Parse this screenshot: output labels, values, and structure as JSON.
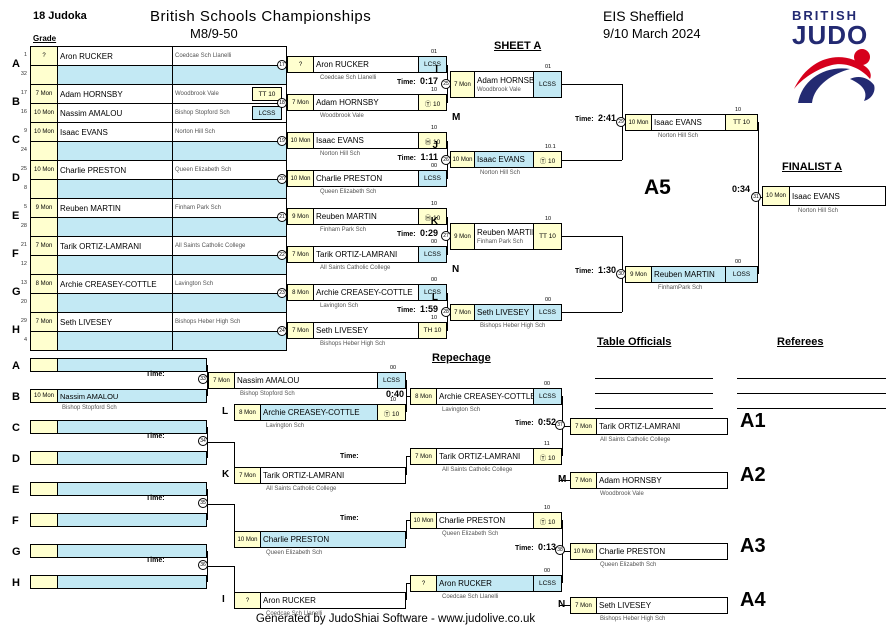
{
  "header": {
    "judoka_count": "18 Judoka",
    "grade_label": "Grade",
    "title": "British Schools Championships",
    "category": "M8/9-50",
    "venue": "EIS Sheffield",
    "date": "9/10 March 2024",
    "sheet": "SHEET A"
  },
  "logo": {
    "line1": "BRITISH",
    "line2": "JUDO"
  },
  "labels": {
    "finalist": "FINALIST A",
    "repechage": "Repechage",
    "table_officials": "Table Officials",
    "referees": "Referees",
    "time": "Time:",
    "footer": "Generated by JudoShiai Software - www.judolive.co.uk"
  },
  "placements": {
    "a1": "A1",
    "a2": "A2",
    "a3": "A3",
    "a4": "A4",
    "a5": "A5"
  },
  "row_letters": [
    "A",
    "B",
    "C",
    "D",
    "E",
    "F",
    "G",
    "H"
  ],
  "match_letters": {
    "i": "I",
    "j": "J",
    "k": "K",
    "l": "L",
    "m": "M",
    "n": "N"
  },
  "seeds": [
    "1",
    "32",
    "17",
    "16",
    "9",
    "24",
    "25",
    "8",
    "5",
    "28",
    "21",
    "12",
    "13",
    "20",
    "29",
    "4"
  ],
  "round1": [
    {
      "grade": "?",
      "name": "Aron RUCKER",
      "club": "Coedcae Sch Llanelli"
    },
    {
      "grade": "",
      "name": "",
      "club": ""
    },
    {
      "grade": "7 Mon",
      "name": "Adam HORNSBY",
      "club": "Woodbrook Vale",
      "badge": "TT 10"
    },
    {
      "grade": "10 Mon",
      "name": "Nassim AMALOU",
      "club": "Bishop Stopford Sch",
      "badge": "LCSS"
    },
    {
      "grade": "10 Mon",
      "name": "Isaac EVANS",
      "club": "Norton Hill Sch"
    },
    {
      "grade": "",
      "name": "",
      "club": ""
    },
    {
      "grade": "10 Mon",
      "name": "Charlie PRESTON",
      "club": "Queen Elizabeth Sch"
    },
    {
      "grade": "",
      "name": "",
      "club": ""
    },
    {
      "grade": "9 Mon",
      "name": "Reuben MARTIN",
      "club": "Finham Park Sch"
    },
    {
      "grade": "",
      "name": "",
      "club": ""
    },
    {
      "grade": "7 Mon",
      "name": "Tarik ORTIZ-LAMRANI",
      "club": "All Saints Catholic College"
    },
    {
      "grade": "",
      "name": "",
      "club": ""
    },
    {
      "grade": "8 Mon",
      "name": "Archie CREASEY-COTTLE",
      "club": "Lavington Sch"
    },
    {
      "grade": "",
      "name": "",
      "club": ""
    },
    {
      "grade": "7 Mon",
      "name": "Seth LIVESEY",
      "club": "Bishops Heber High Sch"
    },
    {
      "grade": "",
      "name": "",
      "club": ""
    }
  ],
  "round2": {
    "i1": {
      "grade": "?",
      "name": "Aron RUCKER",
      "club": "Coedcae Sch Llanelli",
      "badge": "LCSS",
      "score": "01"
    },
    "i2": {
      "grade": "7 Mon",
      "name": "Adam HORNSBY",
      "club": "Woodbrook Vale",
      "badge": "Ⓣ 10",
      "score": "10"
    },
    "i_time": "0:17",
    "j1": {
      "grade": "10 Mon",
      "name": "Isaac EVANS",
      "club": "Norton Hill Sch",
      "badge": "Ⓗ 10",
      "score": "10"
    },
    "j2": {
      "grade": "10 Mon",
      "name": "Charlie PRESTON",
      "club": "Queen Elizabeth Sch",
      "badge": "LCSS",
      "score": "00"
    },
    "j_time": "1:11",
    "k1": {
      "grade": "9 Mon",
      "name": "Reuben MARTIN",
      "club": "Finham Park Sch",
      "badge": "Ⓗ 10",
      "score": "10"
    },
    "k2": {
      "grade": "7 Mon",
      "name": "Tarik ORTIZ-LAMRANI",
      "club": "All Saints Catholic College",
      "badge": "LCSS",
      "score": "00"
    },
    "k_time": "0:29",
    "l1": {
      "grade": "8 Mon",
      "name": "Archie CREASEY-COTTLE",
      "club": "Lavington Sch",
      "badge": "LCSS",
      "score": "00"
    },
    "l2": {
      "grade": "7 Mon",
      "name": "Seth LIVESEY",
      "club": "Bishops Heber High Sch",
      "badge": "TH 10",
      "score": "10"
    },
    "l_time": "1:59"
  },
  "semifinals": {
    "m1": {
      "grade": "7 Mon",
      "name": "Adam HORNSBY",
      "club": "Woodbrook Vale",
      "badge": "LCSS",
      "score": "01"
    },
    "m2": {
      "grade": "10 Mon",
      "name": "Isaac EVANS",
      "club": "Norton Hill Sch",
      "badge": "Ⓣ 10",
      "score": "10.1"
    },
    "m_time": "2:41",
    "n1": {
      "grade": "9 Mon",
      "name": "Reuben MARTIN",
      "club": "Finham Park Sch",
      "badge": "TT 10",
      "score": "10"
    },
    "n2": {
      "grade": "7 Mon",
      "name": "Seth LIVESEY",
      "club": "Bishops Heber High Sch",
      "badge": "LCSS",
      "score": "00"
    },
    "n_time": "1:30"
  },
  "final": {
    "f1": {
      "grade": "10 Mon",
      "name": "Isaac EVANS",
      "club": "Norton Hill Sch",
      "badge": "TT 10",
      "score": "10"
    },
    "f2": {
      "grade": "9 Mon",
      "name": "Reuben MARTIN",
      "club": "FinhamPark Sch",
      "badge": "LOSS",
      "score": "00"
    },
    "time": "0:34"
  },
  "finalist": {
    "grade": "10 Mon",
    "name": "Isaac EVANS",
    "club": "Norton Hill Sch"
  },
  "repechage": {
    "left_rows": [
      {
        "grade": "",
        "name": "",
        "club": ""
      },
      {
        "grade": "10 Mon",
        "name": "Nassim AMALOU",
        "club": "Bishop Stopford Sch"
      },
      {
        "grade": "",
        "name": "",
        "club": ""
      },
      {
        "grade": "",
        "name": "",
        "club": ""
      },
      {
        "grade": "",
        "name": "",
        "club": ""
      },
      {
        "grade": "",
        "name": "",
        "club": ""
      },
      {
        "grade": "",
        "name": "",
        "club": ""
      },
      {
        "grade": "",
        "name": "",
        "club": ""
      }
    ],
    "r1a": {
      "grade": "7 Mon",
      "name": "Nassim AMALOU",
      "club": "Bishop Stopford Sch",
      "badge": "LCSS",
      "score": "00"
    },
    "r1b": {
      "grade": "8 Mon",
      "name": "Archie CREASEY-COTTLE",
      "club": "Lavington Sch",
      "badge": "Ⓣ 10",
      "score": "10"
    },
    "r1_time": "0:40",
    "r2a": {
      "grade": "7 Mon",
      "name": "Tarik ORTIZ-LAMRANI",
      "club": "All Saints Catholic College"
    },
    "r3a": {
      "grade": "10 Mon",
      "name": "Charlie PRESTON",
      "club": "Queen Elizabeth Sch"
    },
    "r4a": {
      "grade": "?",
      "name": "Aron RUCKER",
      "club": "Coedcae Sch Llanelli"
    },
    "c3_1": {
      "grade": "8 Mon",
      "name": "Archie CREASEY-COTTLE",
      "club": "Lavington Sch",
      "badge": "LCSS",
      "score": "00"
    },
    "c3_2": {
      "grade": "7 Mon",
      "name": "Tarik ORTIZ-LAMRANI",
      "club": "All Saints Catholic College",
      "badge": "Ⓣ 10",
      "score": "11"
    },
    "c3_time1": "0:52",
    "c3_3": {
      "grade": "10 Mon",
      "name": "Charlie PRESTON",
      "club": "Queen Elizabeth Sch",
      "badge": "Ⓣ 10",
      "score": "10"
    },
    "c3_4": {
      "grade": "?",
      "name": "Aron RUCKER",
      "club": "Coedcae Sch Llanelli",
      "badge": "LCSS",
      "score": "00"
    },
    "c3_time2": "0:13",
    "w1": {
      "grade": "7 Mon",
      "name": "Tarik ORTIZ-LAMRANI",
      "club": "All Saints Catholic College"
    },
    "w2": {
      "grade": "7 Mon",
      "name": "Adam HORNSBY",
      "club": "Woodbrook Vale"
    },
    "w3": {
      "grade": "10 Mon",
      "name": "Charlie PRESTON",
      "club": "Queen Elizabeth Sch"
    },
    "w4": {
      "grade": "7 Mon",
      "name": "Seth LIVESEY",
      "club": "Bishops Heber High Sch"
    }
  },
  "circles": {
    "main_r1": [
      "17",
      "18",
      "19",
      "20",
      "21",
      "22",
      "23",
      "24"
    ],
    "main_r2": [
      "25",
      "26",
      "27",
      "28"
    ],
    "sf": [
      "29",
      "30"
    ],
    "final": "31",
    "rep_left": [
      "33",
      "34",
      "35",
      "36"
    ],
    "rep_c3": [
      "37",
      "38"
    ]
  }
}
